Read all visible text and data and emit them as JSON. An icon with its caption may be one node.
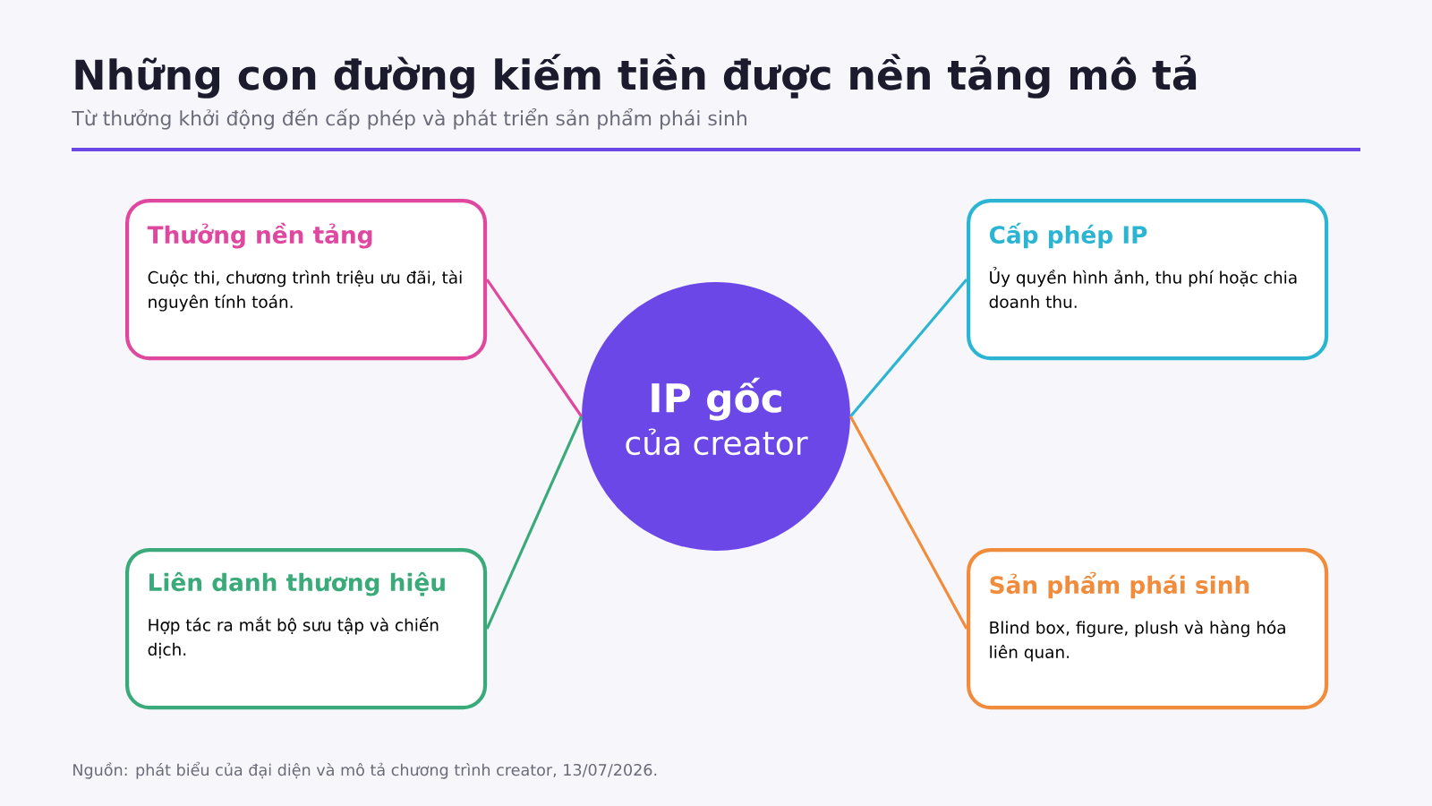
{
  "diagram": {
    "title": "Những con đường kiếm tiền được nền tảng mô tả",
    "caption": "Từ thưởng khởi động đến cấp phép và phát triển sản phẩm phái sinh",
    "nodes": [
      {
        "text": [
          "IP gốc",
          "của creator"
        ]
      },
      {
        "text": [
          "Thưởng nền tảng",
          "Cuộc thi, chương trình triệu ưu đãi, tài nguyên tính toán."
        ]
      },
      {
        "text": [
          "Cấp phép IP",
          "Ủy quyền hình ảnh, thu phí hoặc chia doanh thu."
        ]
      },
      {
        "text": [
          "Liên danh thương hiệu",
          "Hợp tác ra mắt bộ sưu tập và chiến dịch."
        ]
      },
      {
        "text": [
          "Sản phẩm phái sinh",
          "Blind box, figure, plush và hàng hóa liên quan."
        ]
      }
    ],
    "edges": [
      {
        "from": 0,
        "to": 1,
        "arrow": "none",
        "color": "#e0479e"
      },
      {
        "from": 0,
        "to": 2,
        "arrow": "none",
        "color": "#2bb5d3"
      },
      {
        "from": 0,
        "to": 3,
        "arrow": "none",
        "color": "#3aaa7a"
      },
      {
        "from": 0,
        "to": 4,
        "arrow": "none",
        "color": "#f08c3c"
      }
    ],
    "labels": [
      "Nguồn: phát biểu của đại diện và mô tả chương trình creator, 13/07/2026."
    ]
  }
}
